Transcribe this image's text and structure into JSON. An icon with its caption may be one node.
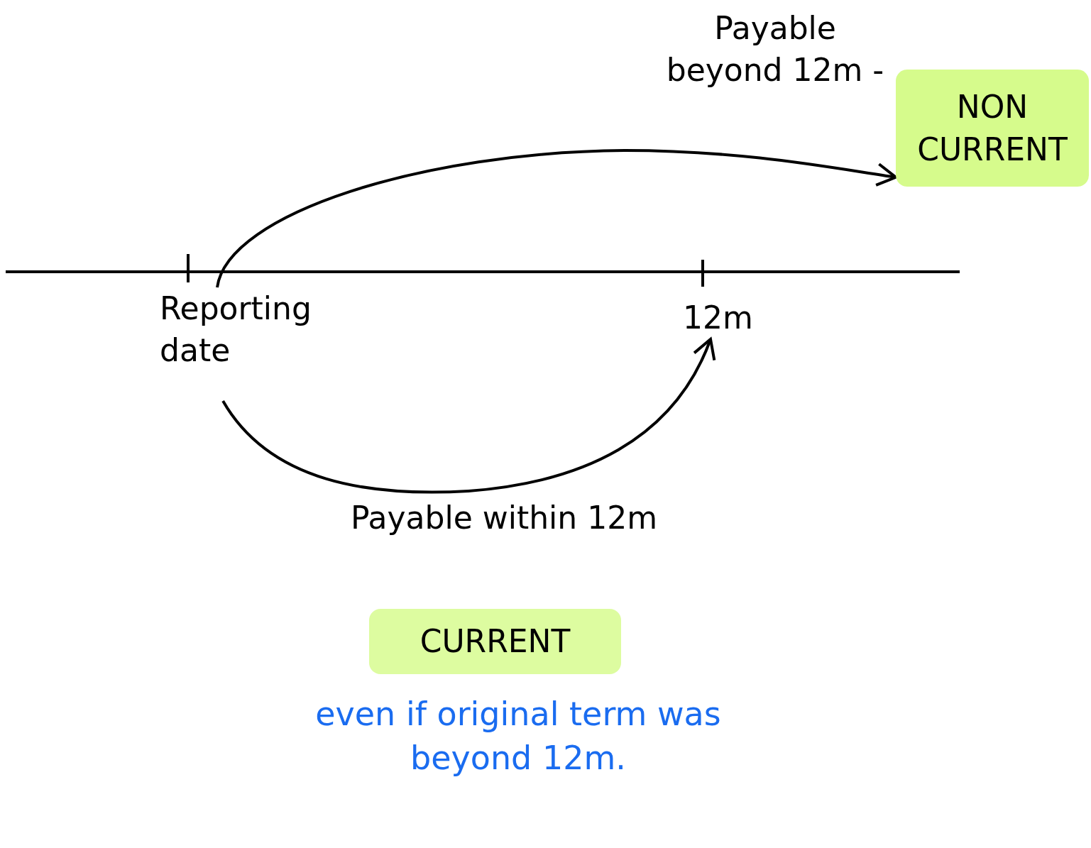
{
  "diagram": {
    "nodes": [
      {
        "text": [
          "Reporting date"
        ]
      },
      {
        "text": [
          "12m"
        ]
      },
      {
        "text": [
          "NON CURRENT"
        ],
        "beside": [
          "Payable beyond 12m -"
        ]
      },
      {
        "text": [
          "CURRENT"
        ]
      }
    ],
    "edges": [
      {
        "from": 0,
        "to": 2,
        "arrow": "to"
      },
      {
        "from": 0,
        "to": 1,
        "arrow": "to",
        "label": "Payable within 12m"
      }
    ],
    "labels": [
      "even if original term was beyond 12m."
    ]
  }
}
